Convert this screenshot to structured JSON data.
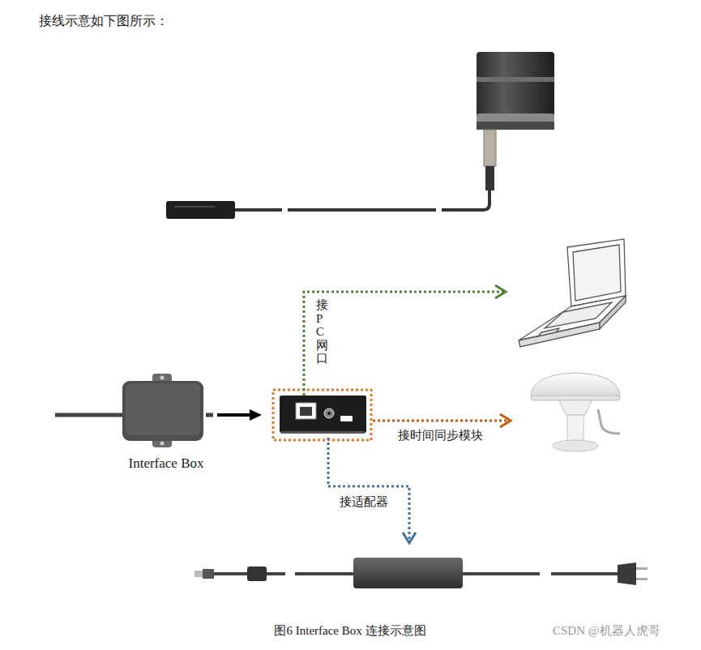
{
  "diagram": {
    "caption": "图6 Interface Box 连接示意图",
    "nodes": [
      {
        "text": [
          "Interface Box"
        ]
      }
    ],
    "labels": [
      "接线示意如下图所示：",
      "接PC网口",
      "接时间同步模块",
      "接适配器",
      "CSDN @机器人虎哥"
    ]
  }
}
